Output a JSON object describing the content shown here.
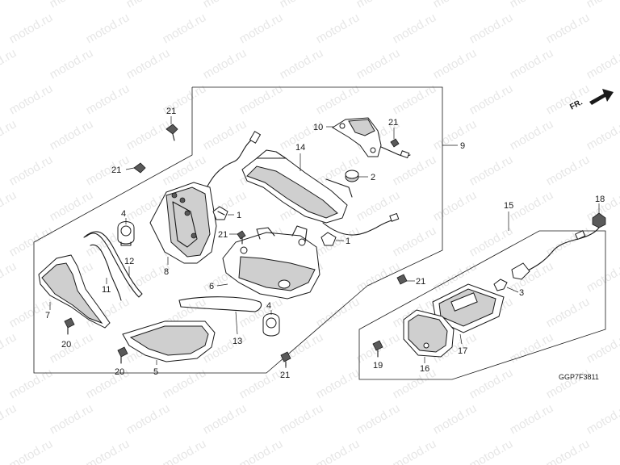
{
  "diagram": {
    "part_code": "GGP7F3811",
    "front_marker": "FR.",
    "watermark": "motod.ru",
    "callouts": {
      "c9": "9",
      "c10": "10",
      "c14": "14",
      "c2": "2",
      "c21a": "21",
      "c21b": "21",
      "c21c": "21",
      "c21d": "21",
      "c21e": "21",
      "c21f": "21",
      "c1a": "1",
      "c1b": "1",
      "c4a": "4",
      "c4b": "4",
      "c8": "8",
      "c6": "6",
      "c12": "12",
      "c11": "11",
      "c7": "7",
      "c20a": "20",
      "c20b": "20",
      "c5": "5",
      "c13": "13",
      "c15": "15",
      "c18": "18",
      "c3": "3",
      "c17": "17",
      "c19": "19",
      "c16": "16"
    }
  }
}
